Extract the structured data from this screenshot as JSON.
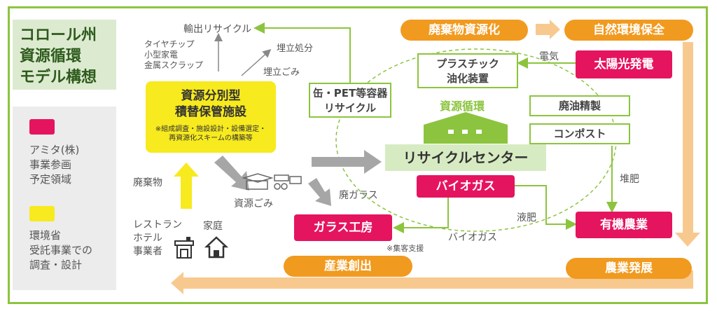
{
  "legend": {
    "title": [
      "コロール州",
      "資源循環",
      "モデル構想"
    ],
    "items": [
      {
        "color": "#e5145e",
        "lines": [
          "アミタ(株)",
          "事業参画",
          "予定領域"
        ]
      },
      {
        "color": "#f7ea1e",
        "lines": [
          "環境省",
          "受託事業での",
          "調査・設計"
        ]
      }
    ]
  },
  "facility": {
    "title_lines": [
      "資源分別型",
      "積替保管施設"
    ],
    "note_lines": [
      "※組成調査・施設設計・設備選定・",
      "再資源化スキームの構築等"
    ]
  },
  "flows": {
    "export_recycle": "輸出リサイクル",
    "export_items": [
      "タイヤチップ",
      "小型家電",
      "金属スクラップ"
    ],
    "landfill": "埋立処分",
    "landfill_waste": "埋立ごみ",
    "waste": "廃棄物",
    "resource_waste": "資源ごみ",
    "waste_glass": "廃ガラス",
    "sources_left": [
      "レストラン",
      "ホテル",
      "事業者"
    ],
    "source_home": "家庭",
    "electricity": "電気",
    "compost_label": "堆肥",
    "liquid_fertilizer": "液肥",
    "biogas_flow": "バイオガス",
    "visitor_support": "※集客支援"
  },
  "nodes": {
    "can_pet": [
      "缶・PET等容器",
      "リサイクル"
    ],
    "plastic": [
      "プラスチック",
      "油化装置"
    ],
    "resource_cycle": "資源循環",
    "recycle_center": "リサイクルセンター",
    "waste_oil": "廃油精製",
    "compost": "コンポスト",
    "biogas": "バイオガス",
    "glass_studio": "ガラス工房",
    "solar": "太陽光発電",
    "organic_farming": "有機農業"
  },
  "outcomes": {
    "waste_resource": "廃棄物資源化",
    "nature": "自然環境保全",
    "industry": "産業創出",
    "agriculture": "農業発展"
  },
  "colors": {
    "green": "#8cc43f",
    "orange": "#f19a20",
    "pink": "#e5145e",
    "yellow": "#f7ea1e",
    "light_orange": "#f8c98f",
    "gray_arrow": "#a6a6a6"
  }
}
